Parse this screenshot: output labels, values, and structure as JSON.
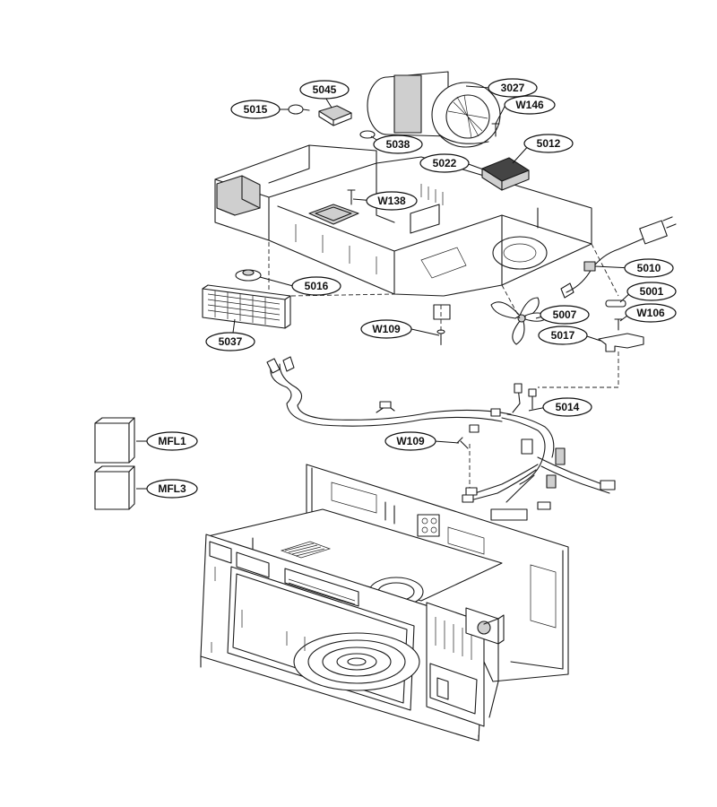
{
  "labels": {
    "p5045": "5045",
    "p3027": "3027",
    "p5015": "5015",
    "pW146": "W146",
    "p5038": "5038",
    "p5012": "5012",
    "p5022": "5022",
    "pW138": "W138",
    "p5010": "5010",
    "p5016": "5016",
    "p5001": "5001",
    "p5007": "5007",
    "pW106": "W106",
    "pW109a": "W109",
    "p5017": "5017",
    "p5037": "5037",
    "p5014": "5014",
    "pW109b": "W109",
    "pMFL1": "MFL1",
    "pMFL3": "MFL3"
  }
}
